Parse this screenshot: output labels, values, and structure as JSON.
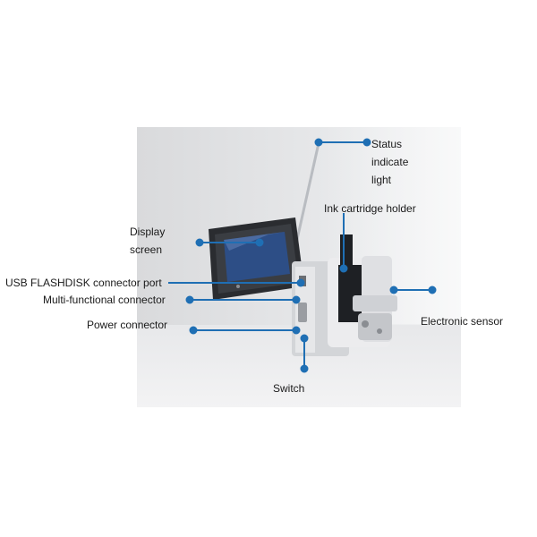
{
  "labels": {
    "status": [
      "Status",
      "indicate",
      "light"
    ],
    "display": [
      "Display",
      "screen"
    ],
    "ink_holder": "Ink cartridge holder",
    "usb": "USB FLASHDISK connector port",
    "multi": "Multi-functional connector",
    "electronic": "Electronic sensor",
    "power": "Power connector",
    "switch": "Switch"
  },
  "colors": {
    "callout": "#1f6fb4",
    "device_body": "#e9eaec",
    "device_dark": "#2a2c30",
    "screen": "#2d4e86"
  }
}
